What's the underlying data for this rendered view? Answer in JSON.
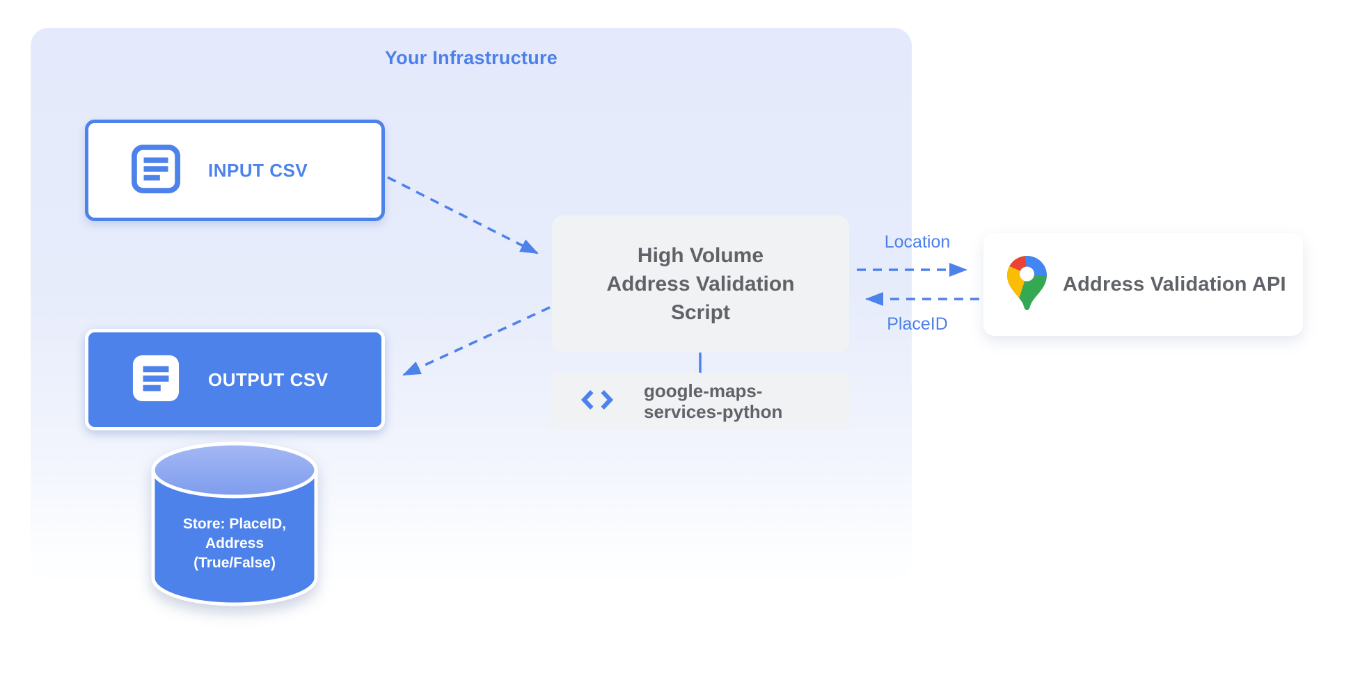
{
  "diagram": {
    "title": "Your Infrastructure",
    "nodes": {
      "input_csv": {
        "label": "INPUT CSV",
        "icon": "document-icon"
      },
      "output_csv": {
        "label": "OUTPUT CSV",
        "icon": "document-icon"
      },
      "datastore": {
        "line1": "Store: PlaceID,",
        "line2": "Address",
        "line3": "(True/False)",
        "icon": "database-cylinder"
      },
      "script": {
        "line1": "High Volume",
        "line2": "Address Validation",
        "line3": "Script"
      },
      "library": {
        "line1": "google-maps-",
        "line2": "services-python",
        "icon": "code-icon"
      },
      "api": {
        "label": "Address Validation API",
        "icon": "google-maps-pin-icon"
      }
    },
    "edge_labels": {
      "location": "Location",
      "placeid": "PlaceID"
    }
  },
  "colors": {
    "accent": "#4d82ea",
    "accentText": "#4c7fe9",
    "panelTop": "#e4eafb",
    "grayBox": "#f1f2f3",
    "grayText": "#5f6368",
    "cylTopLight": "#a4b8f3",
    "cylTopDark": "#7e9cee",
    "pinBlue": "#4285f4",
    "pinRed": "#ea4335",
    "pinYellow": "#fbbc04",
    "pinGreen": "#34a853"
  }
}
